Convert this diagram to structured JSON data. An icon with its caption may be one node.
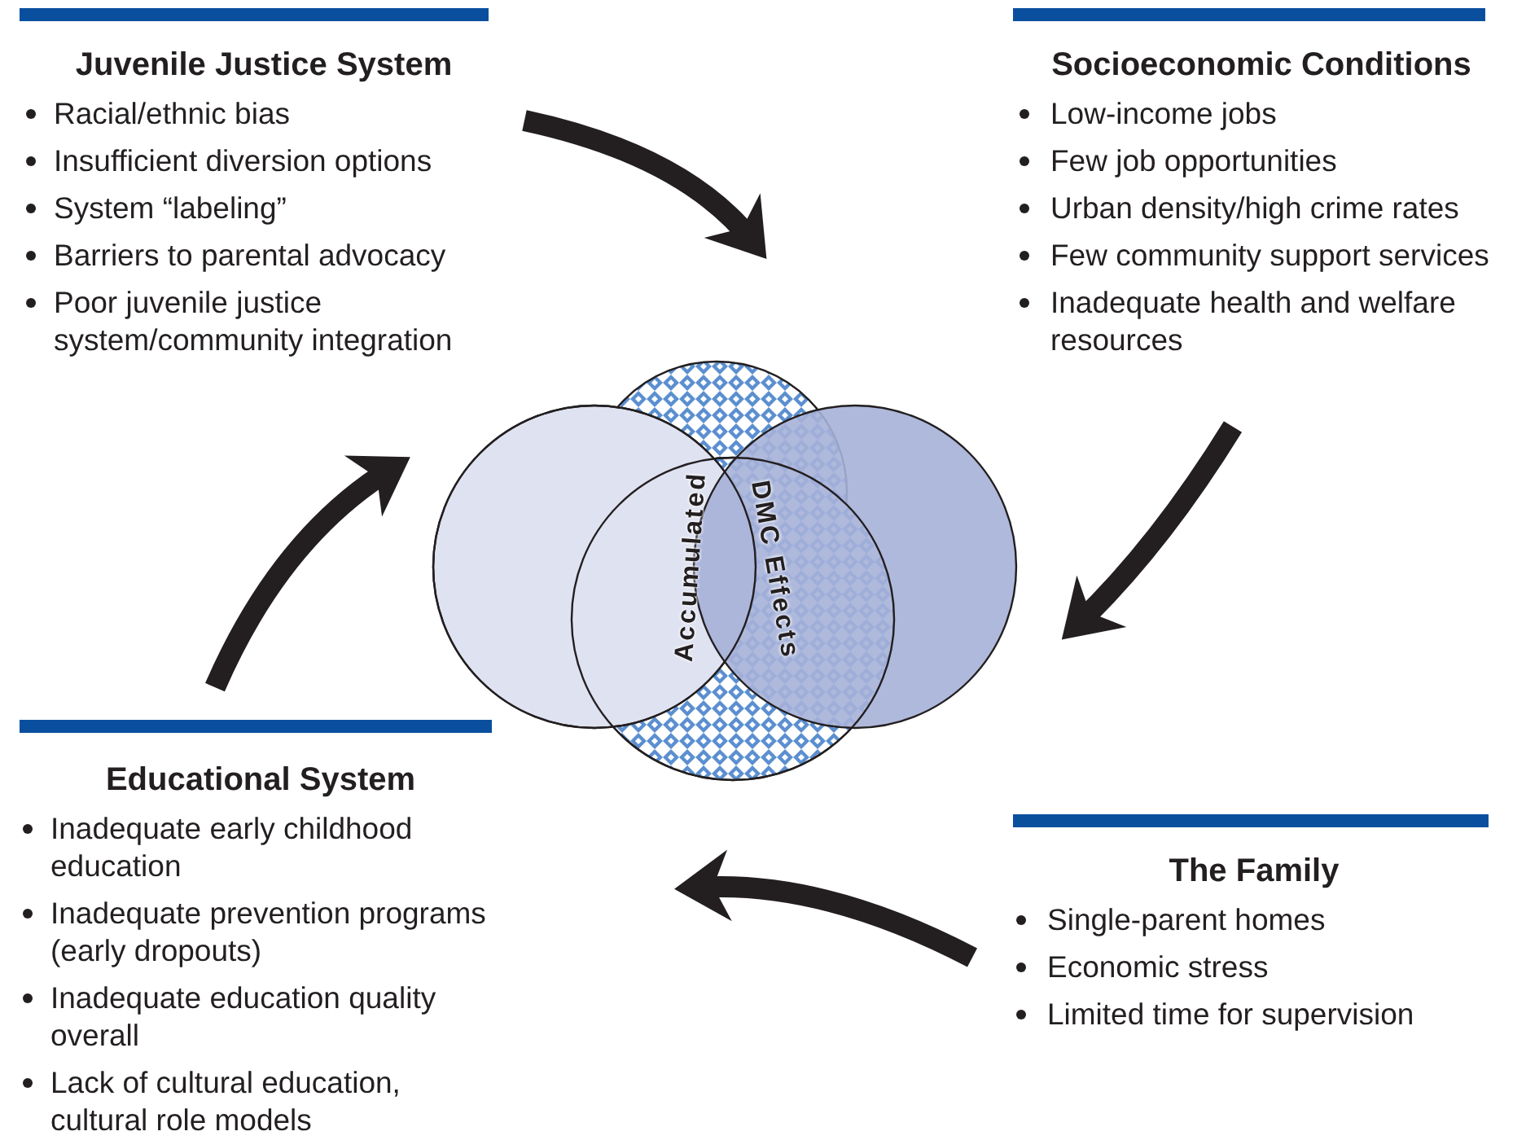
{
  "diagram": {
    "nodes": [
      {
        "text": [
          "Juvenile Justice System",
          "Racial/ethnic bias",
          "Insufficient diversion options",
          "System “labeling”",
          "Barriers to parental advocacy",
          "Poor juvenile justice system/community integration"
        ]
      },
      {
        "text": [
          "Socioeconomic Conditions",
          "Low-income jobs",
          "Few job opportunities",
          "Urban density/high crime rates",
          "Few community support services",
          "Inadequate health and welfare resources"
        ]
      },
      {
        "text": [
          "Educational System",
          "Inadequate early childhood education",
          "Inadequate prevention programs (early dropouts)",
          "Inadequate education quality overall",
          "Lack of cultural education, cultural role models"
        ]
      },
      {
        "text": [
          "The Family",
          "Single-parent homes",
          "Economic stress",
          "Limited time for supervision"
        ]
      },
      {
        "text": [
          "Accumulated",
          "DMC Effects"
        ]
      }
    ],
    "edges": [
      {
        "from": 0,
        "to": 4,
        "arrow": "to"
      },
      {
        "from": 1,
        "to": 4,
        "arrow": "to"
      },
      {
        "from": 3,
        "to": 4,
        "arrow": "to"
      },
      {
        "from": 2,
        "to": 4,
        "arrow": "to"
      }
    ]
  }
}
